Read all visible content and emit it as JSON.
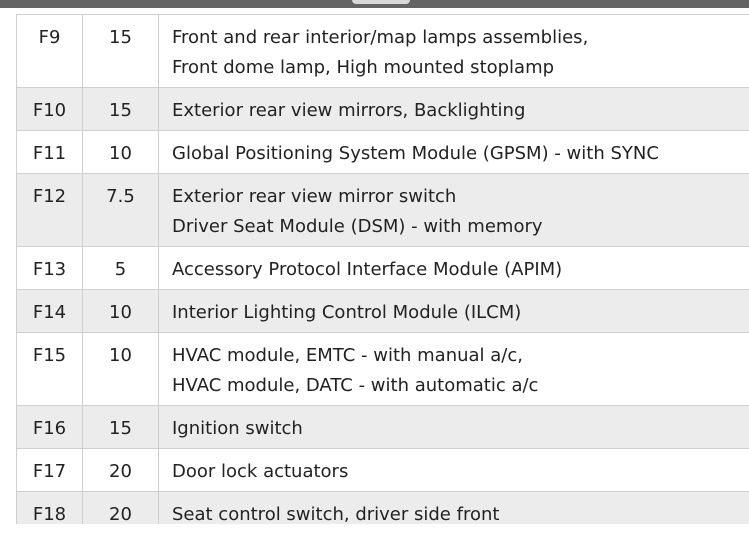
{
  "rows": [
    {
      "fuse": "F9",
      "amps": "15",
      "lines": [
        "Front and rear interior/map lamps assemblies,",
        "Front dome lamp, High mounted stoplamp"
      ]
    },
    {
      "fuse": "F10",
      "amps": "15",
      "lines": [
        "Exterior rear view mirrors, Backlighting"
      ]
    },
    {
      "fuse": "F11",
      "amps": "10",
      "lines": [
        "Global Positioning System Module (GPSM) - with SYNC"
      ]
    },
    {
      "fuse": "F12",
      "amps": "7.5",
      "lines": [
        "Exterior rear view mirror switch",
        "Driver Seat Module (DSM) - with memory"
      ]
    },
    {
      "fuse": "F13",
      "amps": "5",
      "lines": [
        "Accessory Protocol Interface Module (APIM)"
      ]
    },
    {
      "fuse": "F14",
      "amps": "10",
      "lines": [
        "Interior Lighting Control Module (ILCM)"
      ]
    },
    {
      "fuse": "F15",
      "amps": "10",
      "lines": [
        "HVAC module, EMTC - with manual a/c,",
        "HVAC module, DATC - with automatic a/c"
      ]
    },
    {
      "fuse": "F16",
      "amps": "15",
      "lines": [
        "Ignition switch"
      ]
    },
    {
      "fuse": "F17",
      "amps": "20",
      "lines": [
        "Door lock actuators"
      ]
    },
    {
      "fuse": "F18",
      "amps": "20",
      "lines": [
        "Seat control switch, driver side front"
      ]
    }
  ],
  "colors": {
    "row_light": "#ffffff",
    "row_shaded": "#ececec",
    "border": "#cfcfcf",
    "top_bar": "#646464"
  }
}
